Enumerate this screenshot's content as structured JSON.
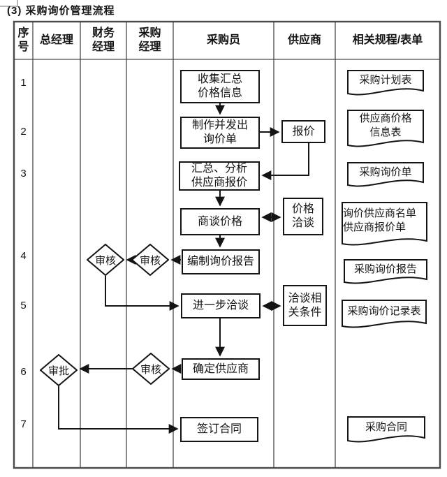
{
  "title": "(3) 采购询价管理流程",
  "colors": {
    "line": "#141414",
    "grid": "#4a4a4a",
    "background": "#ffffff"
  },
  "header": {
    "col1": "序\n号",
    "col2": "总经理",
    "col3": "财务\n经理",
    "col4": "采购\n经理",
    "col5": "采购员",
    "col6": "供应商",
    "col7": "相关规程/表单"
  },
  "rows": {
    "r1": "1",
    "r2": "2",
    "r3": "3",
    "r4": "4",
    "r5": "5",
    "r6": "6",
    "r7": "7"
  },
  "nodes": {
    "collect": "收集汇总\n价格信息",
    "make": "制作并发出\n询价单",
    "quote": "报价",
    "summarize": "汇总、分析\n供应商报价",
    "negotiate": "商谈价格",
    "price_talk": "价格\n洽谈",
    "report": "编制询价报告",
    "further": "进一步洽谈",
    "terms": "洽谈相\n关条件",
    "confirm": "确定供应商",
    "sign": "签订合同",
    "review_purchase_4": "审核",
    "review_finance_4": "审核",
    "review_purchase_6": "审核",
    "approve": "审批"
  },
  "docs": {
    "d1": "采购计划表",
    "d2": "供应商价格\n信息表",
    "d3": "采购询价单",
    "d4": "询价供应商名单\n供应商报价单",
    "d5": "采购询价报告",
    "d6": "采购询价记录表",
    "d7": "采购合同"
  },
  "edges": [
    {
      "from": "collect",
      "to": "make",
      "style": "solid"
    },
    {
      "from": "make",
      "to": "quote",
      "style": "solid"
    },
    {
      "from": "quote",
      "to": "summarize",
      "style": "solid"
    },
    {
      "from": "summarize",
      "to": "negotiate",
      "style": "solid"
    },
    {
      "from": "negotiate",
      "to": "price_talk",
      "style": "dashed-double"
    },
    {
      "from": "negotiate",
      "to": "report",
      "style": "solid"
    },
    {
      "from": "report",
      "to": "review_purchase_4",
      "style": "solid"
    },
    {
      "from": "review_purchase_4",
      "to": "review_finance_4",
      "style": "solid"
    },
    {
      "from": "review_finance_4",
      "to": "further",
      "style": "solid"
    },
    {
      "from": "further",
      "to": "terms",
      "style": "dashed-double"
    },
    {
      "from": "further",
      "to": "confirm",
      "style": "solid"
    },
    {
      "from": "confirm",
      "to": "review_purchase_6",
      "style": "solid"
    },
    {
      "from": "review_purchase_6",
      "to": "approve",
      "style": "solid"
    },
    {
      "from": "approve",
      "to": "sign",
      "style": "solid"
    }
  ]
}
